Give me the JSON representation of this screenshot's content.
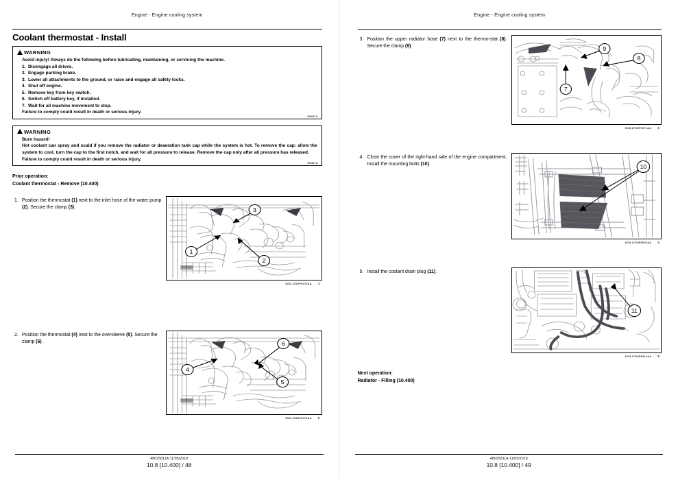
{
  "document": {
    "running_head": "Engine - Engine cooling system",
    "doc_code": "48025811A 11/05/2018",
    "section_ref": "10.8 [10.400]"
  },
  "pages": [
    {
      "page_number": "48",
      "footer_page": "10.8 [10.400] / 48",
      "title": "Coolant thermostat - Install",
      "warnings": [
        {
          "label": "WARNING",
          "icon": "warning-triangle-icon",
          "lead": "Avoid injury!  Always do the following before lubricating, maintaining, or servicing the machine.",
          "items": [
            {
              "num": "1.",
              "text": "Disengage all drives."
            },
            {
              "num": "2.",
              "text": "Engage parking brake."
            },
            {
              "num": "3.",
              "text": "Lower all attachments to the ground, or raise and engage all safety locks."
            },
            {
              "num": "4.",
              "text": "Shut off engine."
            },
            {
              "num": "5.",
              "text": "Remove key from key switch."
            },
            {
              "num": "6.",
              "text": "Switch off battery key, if installed."
            },
            {
              "num": "7.",
              "text": "Wait for all machine movement to stop."
            }
          ],
          "tail": "Failure to comply could result in death or serious injury.",
          "code": "W0047A"
        },
        {
          "label": "WARNING",
          "icon": "warning-triangle-icon",
          "lead": "Burn hazard!",
          "items": [],
          "paragraph": "Hot coolant can spray and scald if you remove the radiator or deaeration tank cap while the system is hot.  To remove the cap:  allow the system to cool, turn the cap to the first notch, and wait for all pressure to release. Remove the cap only after all pressure has released.",
          "tail": "Failure to comply could result in death or serious injury.",
          "code": "W0367A"
        }
      ],
      "prior_operation": {
        "label": "Prior operation:",
        "value": "Coolant thermostat - Remove (10.400)"
      },
      "steps": [
        {
          "num": "1.",
          "text_parts": [
            {
              "t": "Position the thermostat "
            },
            {
              "t": "(1)",
              "b": true
            },
            {
              "t": " next to the inlet hose of the water pump "
            },
            {
              "t": "(2)",
              "b": true
            },
            {
              "t": ".  Secure the clamp "
            },
            {
              "t": "(3)",
              "b": true
            },
            {
              "t": "."
            }
          ],
          "figure": {
            "name": "thermostat-inlet-hose-figure",
            "caption_code": "SOIL17SDP0073AA",
            "caption_num": "1",
            "callouts": [
              "1",
              "2",
              "3"
            ]
          }
        },
        {
          "num": "2.",
          "text_parts": [
            {
              "t": "Position the thermostat "
            },
            {
              "t": "(4)",
              "b": true
            },
            {
              "t": " next to the oversleeve "
            },
            {
              "t": "(5)",
              "b": true
            },
            {
              "t": ". Secure the clamp "
            },
            {
              "t": "(6)",
              "b": true
            },
            {
              "t": "."
            }
          ],
          "figure": {
            "name": "thermostat-oversleeve-figure",
            "caption_code": "SOIL17SDP0073AA",
            "caption_num": "2",
            "callouts": [
              "4",
              "5",
              "6"
            ]
          }
        }
      ]
    },
    {
      "page_number": "49",
      "footer_page": "10.8 [10.400] / 49",
      "steps": [
        {
          "num": "3.",
          "text_parts": [
            {
              "t": "Position the upper radiator hose "
            },
            {
              "t": "(7)",
              "b": true
            },
            {
              "t": " next to the thermo-stat "
            },
            {
              "t": "(8)",
              "b": true
            },
            {
              "t": ".  Secure the clamp "
            },
            {
              "t": "(9)",
              "b": true
            }
          ],
          "figure": {
            "name": "upper-radiator-hose-figure",
            "caption_code": "SOIL17SDP0072AA",
            "caption_num": "3",
            "callouts": [
              "7",
              "8",
              "9"
            ]
          }
        },
        {
          "num": "4.",
          "text_parts": [
            {
              "t": "Close the cover of the right-hand side of the engine compartment.  Install the mounting bolts "
            },
            {
              "t": "(10)",
              "b": true
            },
            {
              "t": "."
            }
          ],
          "figure": {
            "name": "engine-compartment-cover-figure",
            "caption_code": "SOIL17SDP0034AA",
            "caption_num": "4",
            "callouts": [
              "10"
            ]
          }
        },
        {
          "num": "5.",
          "text_parts": [
            {
              "t": "Install the coolant drain plug "
            },
            {
              "t": "(11)",
              "b": true
            },
            {
              "t": "."
            }
          ],
          "figure": {
            "name": "coolant-drain-plug-figure",
            "caption_code": "SOIL17SDP0014AA",
            "caption_num": "5",
            "callouts": [
              "11"
            ]
          }
        }
      ],
      "next_operation": {
        "label": "Next operation:",
        "value": "Radiator - Filling (10.400)"
      }
    }
  ],
  "colors": {
    "ink": "#000000",
    "paper": "#ffffff",
    "line_art": "#9a9aa2",
    "shaded_panel": "#56565c"
  }
}
